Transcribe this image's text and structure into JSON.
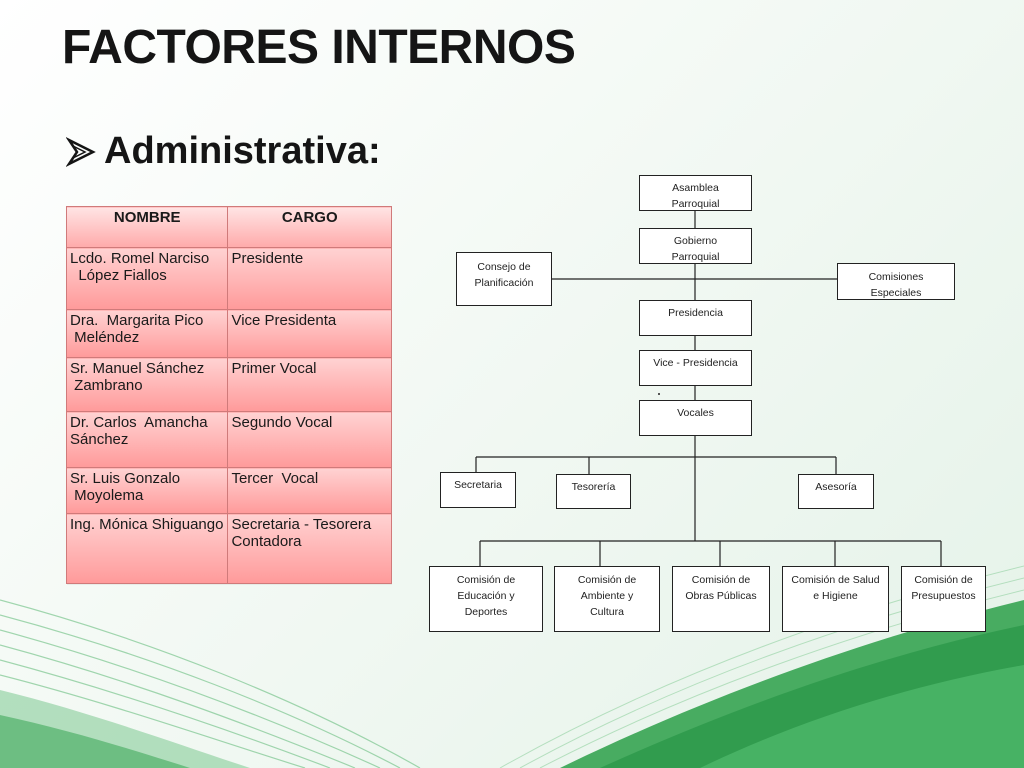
{
  "slide": {
    "title": "FACTORES INTERNOS",
    "subtitle": "Administrativa:",
    "bullet_icon": "arrow-bullet-icon"
  },
  "table": {
    "headers": [
      "NOMBRE",
      "CARGO"
    ],
    "rows": [
      {
        "name": [
          "Lcdo. Romel Narciso",
          "  López Fiallos"
        ],
        "role": [
          "Presidente"
        ]
      },
      {
        "name": [
          "Dra.  Margarita Pico",
          " Meléndez"
        ],
        "role": [
          "Vice Presidenta"
        ]
      },
      {
        "name": [
          "Sr. Manuel Sánchez",
          " Zambrano"
        ],
        "role": [
          "Primer Vocal"
        ]
      },
      {
        "name": [
          "Dr. Carlos  Amancha",
          "Sánchez"
        ],
        "role": [
          "Segundo Vocal"
        ]
      },
      {
        "name": [
          "Sr. Luis Gonzalo",
          " Moyolema"
        ],
        "role": [
          "Tercer  Vocal"
        ]
      },
      {
        "name": [
          "Ing. Mónica Shiguango"
        ],
        "role": [
          "Secretaria - Tesorera",
          "Contadora"
        ]
      }
    ]
  },
  "org": {
    "asamblea": [
      "Asamblea",
      "Parroquial"
    ],
    "gobierno": [
      "Gobierno",
      "Parroquial"
    ],
    "consejo": [
      "Consejo de",
      "Planificación"
    ],
    "comisiones_especiales": [
      "Comisiones",
      "Especiales"
    ],
    "presidencia": [
      "Presidencia"
    ],
    "vice_presidencia": [
      "Vice - Presidencia"
    ],
    "vocales": [
      "Vocales"
    ],
    "secretaria": [
      "Secretaria"
    ],
    "tesoreria": [
      "Tesorería"
    ],
    "asesoria": [
      "Asesoría"
    ],
    "com_educacion": [
      "Comisión de",
      "Educación y",
      "Deportes"
    ],
    "com_ambiente": [
      "Comisión de",
      "Ambiente y",
      "Cultura"
    ],
    "com_obras": [
      "Comisión de",
      "Obras Públicas"
    ],
    "com_salud": [
      "Comisión de Salud",
      "e Higiene"
    ],
    "com_presupuestos": [
      "Comisión de",
      "Presupuestos"
    ]
  },
  "colors": {
    "table_fill_top": "#ffd2d2",
    "table_fill_bottom": "#ff9a9a",
    "table_border": "#d07a7a",
    "wave_green": "#3fa85a"
  }
}
